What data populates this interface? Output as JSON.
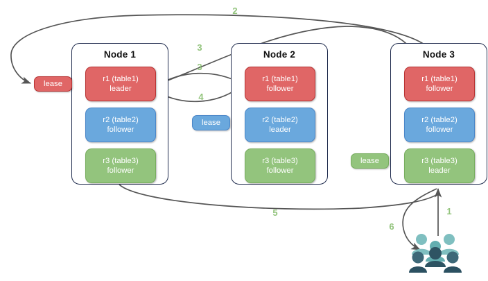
{
  "diagram": {
    "title": "Raft multi-replica lease diagram",
    "colors": {
      "red": "#e06666",
      "red_border": "#b83232",
      "blue": "#6aa8dd",
      "blue_border": "#4a86c8",
      "green": "#93c47d",
      "green_border": "#77ad5e",
      "node_border": "#1f2b4d",
      "arrow": "#555555",
      "label": "#93c47d",
      "user_light": "#7fbfc0",
      "user_dark": "#2e5463"
    },
    "nodes": [
      {
        "title": "Node 1",
        "replicas": [
          {
            "name": "r1 (table1)",
            "role": "leader",
            "color": "red"
          },
          {
            "name": "r2 (table2)",
            "role": "follower",
            "color": "blue"
          },
          {
            "name": "r3 (table3)",
            "role": "follower",
            "color": "green"
          }
        ]
      },
      {
        "title": "Node 2",
        "replicas": [
          {
            "name": "r1 (table1)",
            "role": "follower",
            "color": "red"
          },
          {
            "name": "r2 (table2)",
            "role": "leader",
            "color": "blue"
          },
          {
            "name": "r3 (table3)",
            "role": "follower",
            "color": "green"
          }
        ]
      },
      {
        "title": "Node 3",
        "replicas": [
          {
            "name": "r1 (table1)",
            "role": "follower",
            "color": "red"
          },
          {
            "name": "r2 (table2)",
            "role": "follower",
            "color": "blue"
          },
          {
            "name": "r3 (table3)",
            "role": "leader",
            "color": "green"
          }
        ]
      }
    ],
    "leases": [
      {
        "label": "lease",
        "color": "red"
      },
      {
        "label": "lease",
        "color": "blue"
      },
      {
        "label": "lease",
        "color": "green"
      }
    ],
    "step_labels": [
      {
        "text": "1"
      },
      {
        "text": "2"
      },
      {
        "text": "3"
      },
      {
        "text": "3"
      },
      {
        "text": "4"
      },
      {
        "text": "5"
      },
      {
        "text": "6"
      }
    ],
    "users_icon": "users-group-icon"
  }
}
